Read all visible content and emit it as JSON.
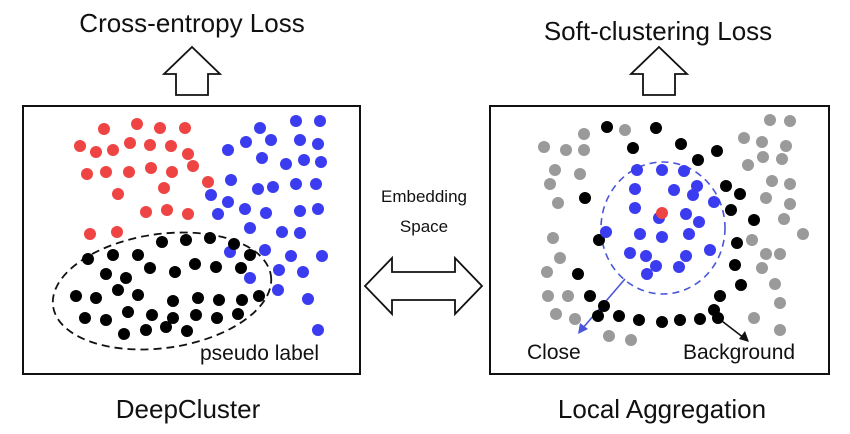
{
  "left_panel": {
    "top_label": "Cross-entropy Loss",
    "bottom_label": "DeepCluster",
    "ellipse_label": "pseudo label"
  },
  "right_panel": {
    "top_label": "Soft-clustering Loss",
    "bottom_label": "Local Aggregation",
    "close_label": "Close",
    "background_label": "Background"
  },
  "middle": {
    "line1": "Embedding",
    "line2": "Space"
  },
  "colors": {
    "red": "#ef4444",
    "blue": "#3b3bef",
    "black": "#000000",
    "gray": "#9a9a9a",
    "dashed_circle": "#4a56d8",
    "arrow_blue": "#4a56d8"
  }
}
